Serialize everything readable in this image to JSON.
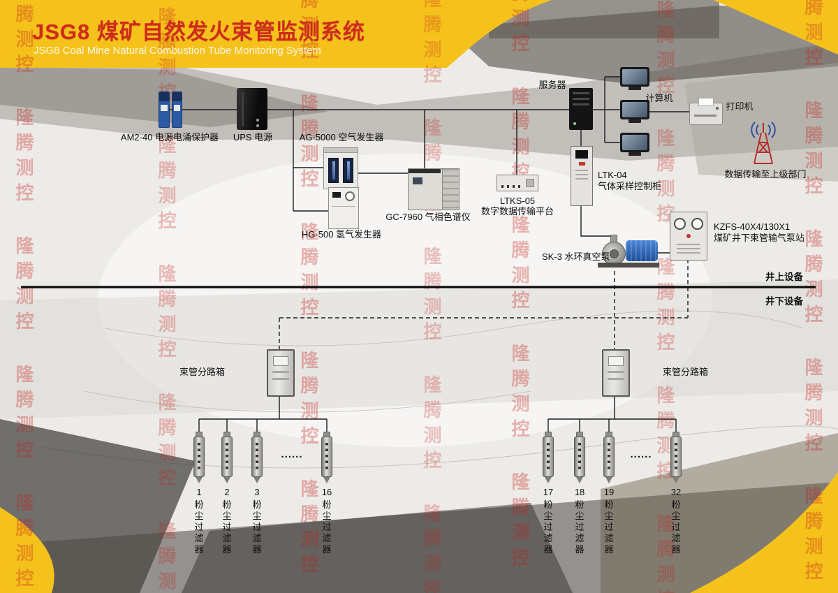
{
  "header": {
    "title": "JSG8 煤矿自然发火束管监测系统",
    "subtitle": "JSG8 Coal Mine Natural Combustion Tube Monitoring System"
  },
  "watermark": {
    "column": "隆腾测控 隆腾测控 隆腾测控 隆腾测控 隆腾测控"
  },
  "colors": {
    "brand_yellow": "#f5c21c",
    "title_red": "#d02a1c",
    "watermark_red": "#c2261d"
  },
  "labels": {
    "surge": "AM2-40 电源电涌保护器",
    "ups": "UPS 电源",
    "air_gen": "AG-5000 空气发生器",
    "h2_gen": "HG-500 氢气发生器",
    "gc": "GC-7960 气相色谱仪",
    "ltks_model": "LTKS-05",
    "ltks_name": "数字数据传输平台",
    "server": "服务器",
    "computer": "计算机",
    "printer": "打印机",
    "transmit": "数据传输至上级部门",
    "ltk_model": "LTK-04",
    "ltk_name": "气体采样控制柜",
    "kzfs_model": "KZFS-40X4/130X1",
    "kzfs_name": "煤矿井下束管输气泵站",
    "sk3": "SK-3 水环真空泵",
    "above_ground": "井上设备",
    "below_ground": "井下设备",
    "branch_box": "束管分路箱",
    "ellipsis": "......"
  },
  "filters": {
    "label": "粉尘过滤器",
    "left": [
      "1",
      "2",
      "3",
      "16"
    ],
    "right": [
      "17",
      "18",
      "19",
      "32"
    ]
  }
}
